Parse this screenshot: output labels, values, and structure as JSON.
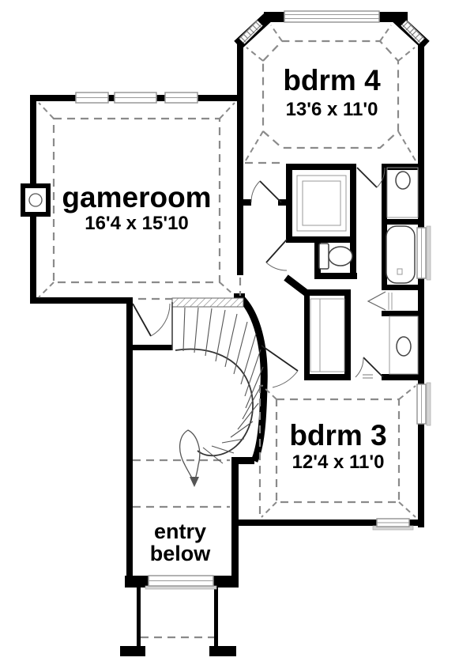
{
  "rooms": {
    "gameroom": {
      "label": "gameroom",
      "dims": "16'4 x 15'10"
    },
    "bdrm4": {
      "label": "bdrm 4",
      "dims": "13'6 x 11'0"
    },
    "bdrm3": {
      "label": "bdrm 3",
      "dims": "12'4 x 11'0"
    },
    "entry": {
      "line1": "entry",
      "line2": "below"
    }
  },
  "fixtures": [
    "spiral-staircase",
    "stair-railing",
    "down-arrow",
    "bathtub",
    "toilet",
    "sink",
    "sink",
    "closet-shelves",
    "linen-shelves",
    "chimney"
  ],
  "colors": {
    "wall": "#000000",
    "background": "#ffffff",
    "ceiling_dash": "#8a8a8a",
    "window_frame": "#999999",
    "window_sill": "#d5d5d5",
    "fixture_line": "#444444",
    "text": "#000000"
  }
}
